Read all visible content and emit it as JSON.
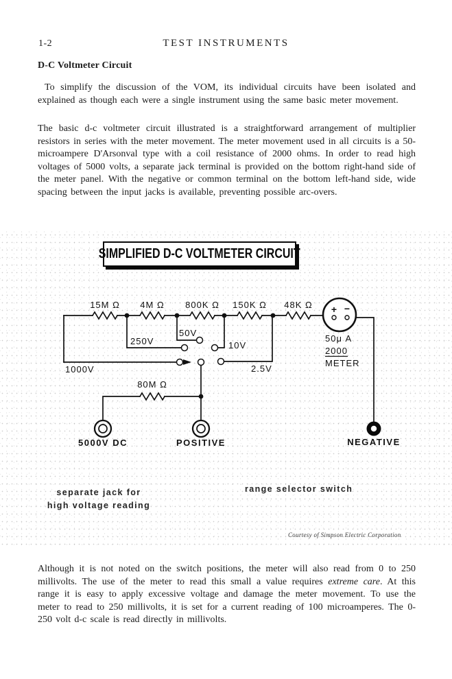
{
  "page": {
    "page_number": "1-2",
    "running_title": "TEST INSTRUMENTS",
    "section_heading": "D-C Voltmeter Circuit",
    "para1": "To simplify the discussion of the VOM, its individual circuits have been isolated and explained as though each were a single instrument using the same basic meter movement.",
    "para2": "The basic d-c voltmeter circuit illustrated is a straightforward arrangement of multiplier resistors in series with the meter movement. The meter movement used in all circuits is a 50-microampere D'Arsonval type with a coil resistance of 2000 ohms. In order to read high voltages of 5000 volts, a separate jack terminal is provided on the bottom right-hand side of the meter panel. With the negative or common terminal on the bottom left-hand side, wide spacing between the input jacks is available, preventing possible arc-overs.",
    "para3_before": "Although it is not noted on the switch positions, the meter will also read from 0 to 250 millivolts. The use of the meter to read this small a value requires ",
    "para3_italic": "extreme care",
    "para3_after": ". At this range it is easy to apply excessive voltage and damage the meter movement. To use the meter to read to 250 millivolts, it is set for a current reading of 100 microamperes. The 0-250 volt d-c scale is read directly in millivolts."
  },
  "figure": {
    "title": "SIMPLIFIED D-C VOLTMETER CIRCUIT",
    "resistor_labels": [
      "15M Ω",
      "4M Ω",
      "800K Ω",
      "150K Ω",
      "48K Ω",
      "80M Ω"
    ],
    "range_labels": [
      "250V",
      "50V",
      "10V",
      "2.5V",
      "1000V"
    ],
    "meter": {
      "plus": "+",
      "minus": "−",
      "line1": "50μ A",
      "line2": "2000",
      "line3": "METER"
    },
    "jack_labels": [
      "5000V DC",
      "POSITIVE",
      "NEGATIVE"
    ],
    "callout_left_line1": "separate jack for",
    "callout_left_line2": "high voltage reading",
    "callout_right": "range selector switch",
    "credit": "Courtesy of Simpson Electric Corporation"
  }
}
